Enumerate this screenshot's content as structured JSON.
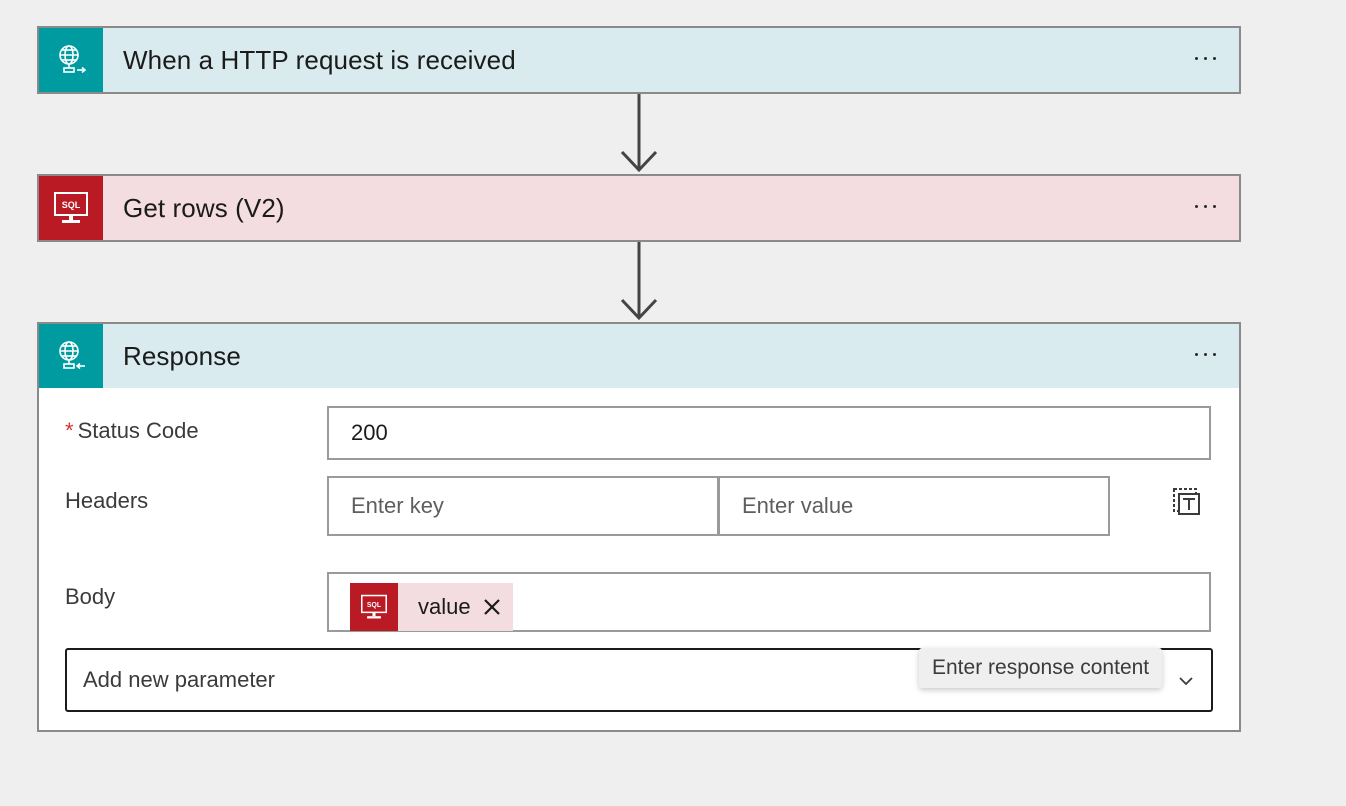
{
  "trigger": {
    "title": "When a HTTP request is received",
    "icon": "globe-request-icon",
    "color": "#009ba0",
    "header_bg": "#d9ebee"
  },
  "get_rows": {
    "title": "Get rows (V2)",
    "icon": "sql-server-icon",
    "color": "#ba1a23",
    "header_bg": "#f3dde0"
  },
  "response": {
    "title": "Response",
    "icon": "globe-response-icon",
    "status_code": {
      "required_mark": "*",
      "label": "Status Code",
      "value": "200"
    },
    "headers": {
      "label": "Headers",
      "key_placeholder": "Enter key",
      "value_placeholder": "Enter value",
      "action_icon": "text-mode-switch-icon"
    },
    "body": {
      "label": "Body",
      "token": {
        "label": "value",
        "icon": "sql-server-icon",
        "remove_icon": "close-icon"
      }
    },
    "add_parameter": {
      "placeholder": "Add new parameter",
      "icon": "chevron-down-icon"
    },
    "tooltip": "Enter response content"
  },
  "colors": {
    "canvas": "#efefef",
    "card_border": "#8a8a8a",
    "required": "#d13438"
  }
}
